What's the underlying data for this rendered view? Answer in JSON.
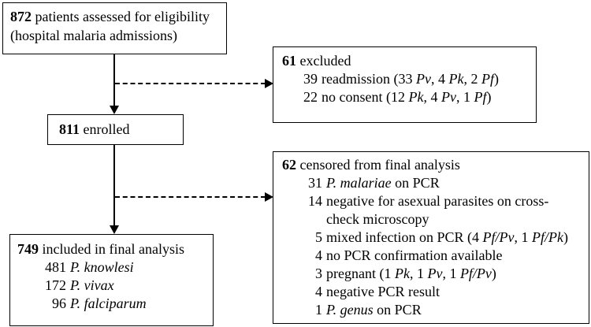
{
  "colors": {
    "ink": "#000000",
    "background": "#ffffff"
  },
  "diagram": {
    "boxes": {
      "assessed": {
        "lines": [
          {
            "segments": [
              {
                "text": "872",
                "bold": true
              },
              {
                "text": " patients assessed for eligibility"
              }
            ]
          },
          {
            "segments": [
              {
                "text": "(hospital malaria admissions)"
              }
            ]
          }
        ]
      },
      "excluded": {
        "lines": [
          {
            "segments": [
              {
                "text": "61",
                "bold": true
              },
              {
                "text": " excluded"
              }
            ]
          },
          {
            "num": "39",
            "segments": [
              {
                "text": "readmission (33 "
              },
              {
                "text": "Pv",
                "italic": true
              },
              {
                "text": ", 4 "
              },
              {
                "text": "Pk",
                "italic": true
              },
              {
                "text": ", 2 "
              },
              {
                "text": "Pf",
                "italic": true
              },
              {
                "text": ")"
              }
            ]
          },
          {
            "num": "22",
            "segments": [
              {
                "text": "no consent (12 "
              },
              {
                "text": "Pk",
                "italic": true
              },
              {
                "text": ", 4 "
              },
              {
                "text": "Pv",
                "italic": true
              },
              {
                "text": ", 1 "
              },
              {
                "text": "Pf",
                "italic": true
              },
              {
                "text": ")"
              }
            ]
          }
        ]
      },
      "enrolled": {
        "lines": [
          {
            "segments": [
              {
                "text": "811",
                "bold": true
              },
              {
                "text": " enrolled"
              }
            ]
          }
        ]
      },
      "censored": {
        "lines": [
          {
            "segments": [
              {
                "text": "62",
                "bold": true
              },
              {
                "text": " censored from final analysis"
              }
            ]
          },
          {
            "num": "31",
            "segments": [
              {
                "text": "P. malariae",
                "italic": true
              },
              {
                "text": " on PCR"
              }
            ]
          },
          {
            "num": "14",
            "segments": [
              {
                "text": "negative for asexual parasites on cross-"
              },
              {
                "br": true
              },
              {
                "text": "check microscopy"
              }
            ]
          },
          {
            "num": "5",
            "segments": [
              {
                "text": "mixed infection on PCR (4 "
              },
              {
                "text": "Pf/Pv",
                "italic": true
              },
              {
                "text": ", 1 "
              },
              {
                "text": "Pf/Pk",
                "italic": true
              },
              {
                "text": ")"
              }
            ]
          },
          {
            "num": "4",
            "segments": [
              {
                "text": "no PCR confirmation available"
              }
            ]
          },
          {
            "num": "3",
            "segments": [
              {
                "text": "pregnant (1 "
              },
              {
                "text": "Pk",
                "italic": true
              },
              {
                "text": ", 1 "
              },
              {
                "text": "Pv",
                "italic": true
              },
              {
                "text": ", 1 "
              },
              {
                "text": "Pf/Pv",
                "italic": true
              },
              {
                "text": ")"
              }
            ]
          },
          {
            "num": "4",
            "segments": [
              {
                "text": "negative PCR result"
              }
            ]
          },
          {
            "num": "1",
            "segments": [
              {
                "text": "P. genus",
                "italic": true
              },
              {
                "text": " on PCR"
              }
            ]
          }
        ]
      },
      "included": {
        "lines": [
          {
            "segments": [
              {
                "text": "749",
                "bold": true
              },
              {
                "text": " included in final analysis"
              }
            ]
          },
          {
            "num": "481",
            "segments": [
              {
                "text": "P. knowlesi",
                "italic": true
              }
            ]
          },
          {
            "num": "172",
            "segments": [
              {
                "text": "P. vivax",
                "italic": true
              }
            ]
          },
          {
            "num": "96",
            "segments": [
              {
                "text": "P. falciparum",
                "italic": true
              }
            ]
          }
        ]
      }
    },
    "connectors": [
      {
        "name": "assessed-to-enrolled",
        "type": "solid-arrow-down"
      },
      {
        "name": "assessed-to-excluded",
        "type": "dashed-arrow-right"
      },
      {
        "name": "enrolled-to-included",
        "type": "solid-arrow-down"
      },
      {
        "name": "enrolled-to-censored",
        "type": "dashed-arrow-right"
      }
    ]
  }
}
